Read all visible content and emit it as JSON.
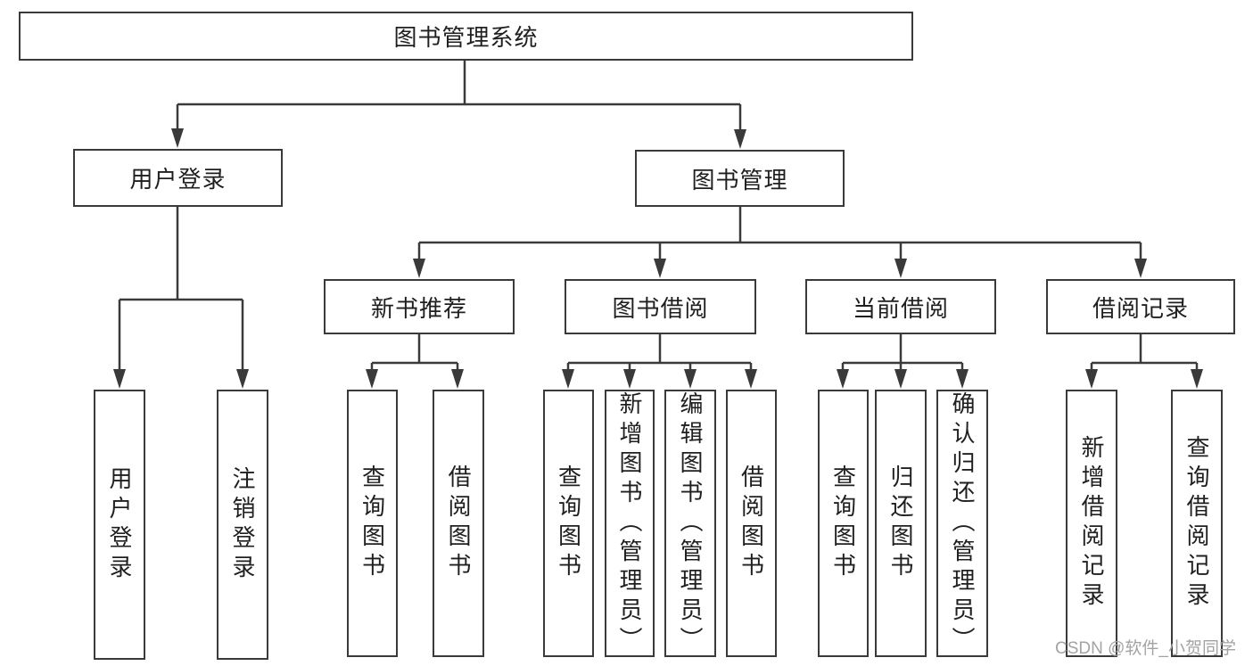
{
  "tree": {
    "label": "图书管理系统",
    "children": [
      {
        "label": "用户登录",
        "children": [
          {
            "label": "用户登录"
          },
          {
            "label": "注销登录"
          }
        ]
      },
      {
        "label": "图书管理",
        "children": [
          {
            "label": "新书推荐",
            "children": [
              {
                "label": "查询图书"
              },
              {
                "label": "借阅图书"
              }
            ]
          },
          {
            "label": "图书借阅",
            "children": [
              {
                "label": "查询图书"
              },
              {
                "label": "新增图书（管理员）"
              },
              {
                "label": "编辑图书（管理员）"
              },
              {
                "label": "借阅图书"
              }
            ]
          },
          {
            "label": "当前借阅",
            "children": [
              {
                "label": "查询图书"
              },
              {
                "label": "归还图书"
              },
              {
                "label": "确认归还（管理员）"
              }
            ]
          },
          {
            "label": "借阅记录",
            "children": [
              {
                "label": "新增借阅记录"
              },
              {
                "label": "查询借阅记录"
              }
            ]
          }
        ]
      }
    ]
  },
  "watermark": {
    "text": "CSDN @软件_小贺同学"
  },
  "colors": {
    "line": "#3a3a3a",
    "text": "#1f1f1f",
    "watermark": "#a3a3a3"
  }
}
